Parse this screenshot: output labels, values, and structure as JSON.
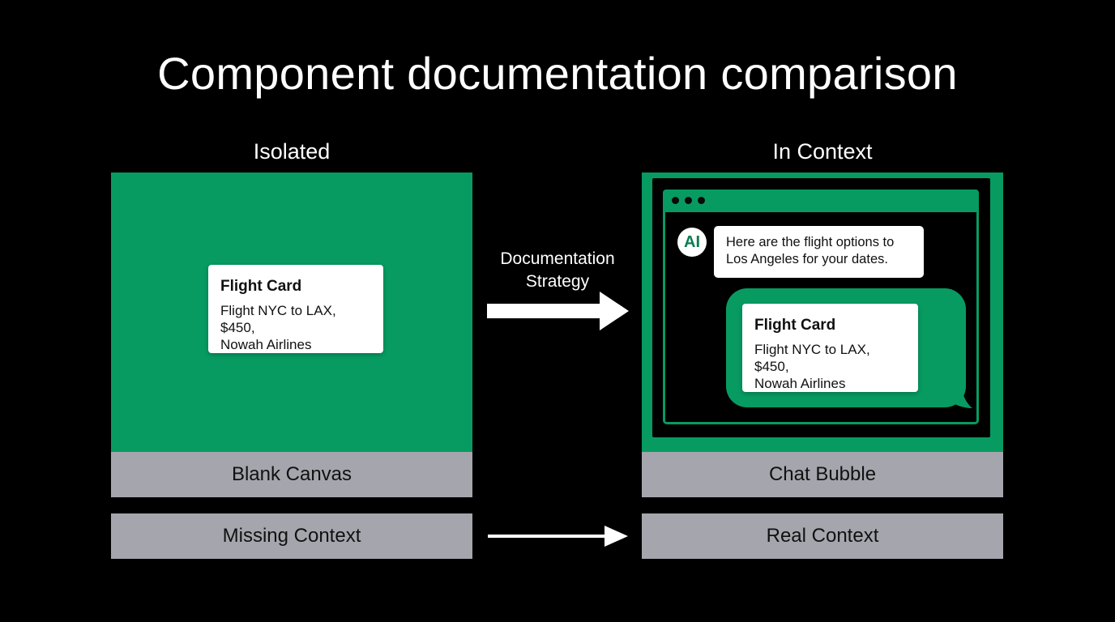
{
  "title": "Component documentation comparison",
  "left": {
    "heading": "Isolated",
    "card": {
      "title": "Flight Card",
      "body": "Flight NYC to LAX, $450,\nNowah Airlines"
    },
    "canvas_label": "Blank Canvas",
    "context_label": "Missing Context"
  },
  "middle": {
    "strategy_label": "Documentation\nStrategy"
  },
  "right": {
    "heading": "In Context",
    "avatar_text": "AI",
    "ai_message": "Here are the flight options to\nLos Angeles for your dates.",
    "card": {
      "title": "Flight Card",
      "body": "Flight NYC to LAX, $450,\nNowah Airlines"
    },
    "canvas_label": "Chat Bubble",
    "context_label": "Real Context"
  },
  "colors": {
    "background": "#000000",
    "accent_green": "#079b62",
    "label_gray": "#a5a5ad",
    "avatar_text": "#0a7d50"
  },
  "icons": {
    "strategy_arrow": "thick-right-arrow-icon",
    "context_arrow": "thin-right-arrow-icon",
    "window_controls": "window-dots-icon"
  }
}
